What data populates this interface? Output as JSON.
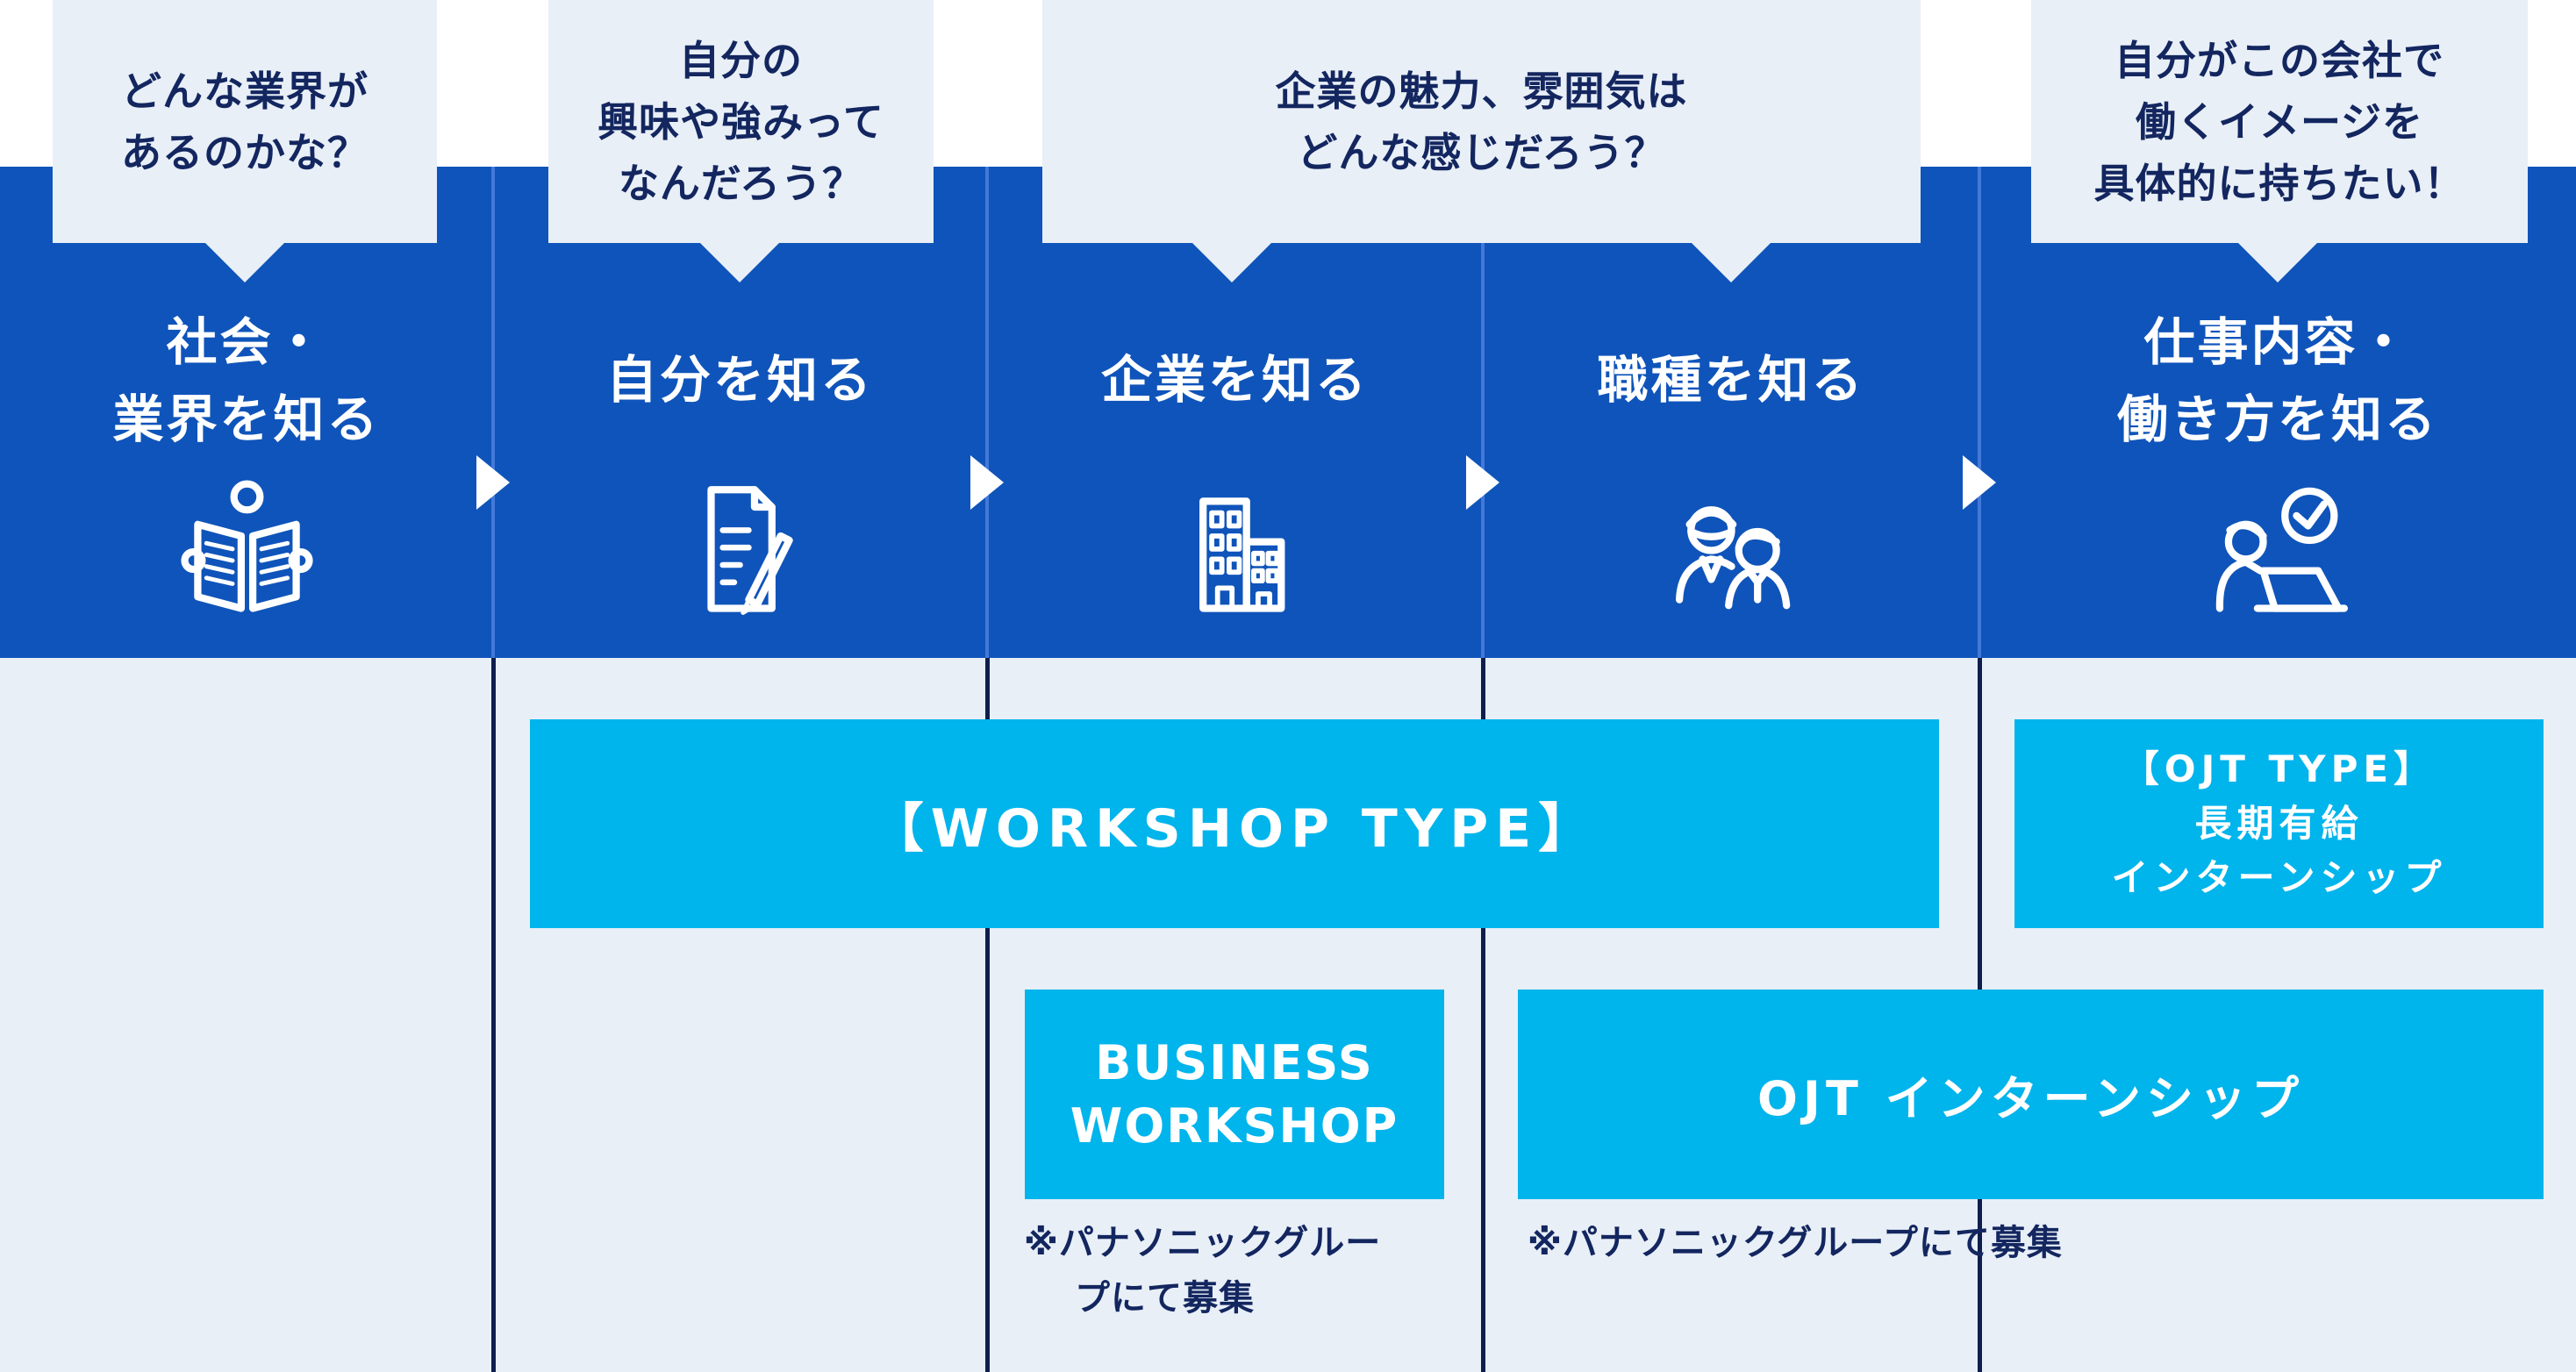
{
  "colors": {
    "band_blue": "#0f54ba",
    "divider_light_blue": "#4379d8",
    "divider_dark_navy": "#0e1f4d",
    "bubble_background": "#e8eff7",
    "cyan_accent": "#00b4ec",
    "navy_text": "#13265f",
    "white": "#ffffff"
  },
  "bubbles": [
    {
      "lines": [
        "どんな業界が",
        "あるのかな？"
      ]
    },
    {
      "lines": [
        "自分の",
        "興味や強みって",
        "なんだろう？"
      ]
    },
    {
      "lines": [
        "企業の魅力、雰囲気は",
        "どんな感じだろう？"
      ]
    },
    {
      "lines": [
        "自分がこの会社で",
        "働くイメージを",
        "具体的に持ちたい！"
      ]
    }
  ],
  "stages": [
    {
      "title_lines": [
        "社会・",
        "業界を知る"
      ],
      "icon": "newspaper-reader-icon"
    },
    {
      "title_lines": [
        "自分を知る"
      ],
      "icon": "document-pencil-icon"
    },
    {
      "title_lines": [
        "企業を知る"
      ],
      "icon": "buildings-icon"
    },
    {
      "title_lines": [
        "職種を知る"
      ],
      "icon": "two-workers-icon"
    },
    {
      "title_lines": [
        "仕事内容・",
        "働き方を知る"
      ],
      "icon": "person-laptop-clock-icon"
    }
  ],
  "programs": {
    "workshop_bar": {
      "label": "【WORKSHOP TYPE】"
    },
    "ojt_type_box": {
      "lines": [
        "【OJT TYPE】",
        "長期有給",
        "インターンシップ"
      ]
    },
    "business_workshop_box": {
      "lines": [
        "BUSINESS",
        "WORKSHOP"
      ]
    },
    "ojt_internship_bar": {
      "label": "OJT インターンシップ"
    }
  },
  "notes": {
    "business_workshop": {
      "lines": [
        "※パナソニックグルー",
        "プにて募集"
      ]
    },
    "ojt_internship": {
      "label": "※パナソニックグループにて募集"
    }
  }
}
